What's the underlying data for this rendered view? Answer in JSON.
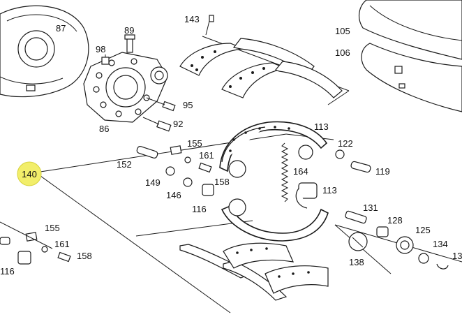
{
  "diagram": {
    "highlight_color": "#f2ee6a",
    "highlight_label": "140",
    "labels": [
      {
        "id": "87",
        "text": "87"
      },
      {
        "id": "89",
        "text": "89"
      },
      {
        "id": "98",
        "text": "98"
      },
      {
        "id": "143",
        "text": "143"
      },
      {
        "id": "105",
        "text": "105"
      },
      {
        "id": "106",
        "text": "106"
      },
      {
        "id": "95",
        "text": "95"
      },
      {
        "id": "86",
        "text": "86"
      },
      {
        "id": "92",
        "text": "92"
      },
      {
        "id": "113a",
        "text": "113"
      },
      {
        "id": "155a",
        "text": "155"
      },
      {
        "id": "161a",
        "text": "161"
      },
      {
        "id": "122",
        "text": "122"
      },
      {
        "id": "152",
        "text": "152"
      },
      {
        "id": "164",
        "text": "164"
      },
      {
        "id": "119",
        "text": "119"
      },
      {
        "id": "149",
        "text": "149"
      },
      {
        "id": "158a",
        "text": "158"
      },
      {
        "id": "146",
        "text": "146"
      },
      {
        "id": "113b",
        "text": "113"
      },
      {
        "id": "116a",
        "text": "116"
      },
      {
        "id": "131",
        "text": "131"
      },
      {
        "id": "128",
        "text": "128"
      },
      {
        "id": "155b",
        "text": "155"
      },
      {
        "id": "125",
        "text": "125"
      },
      {
        "id": "161b",
        "text": "161"
      },
      {
        "id": "134",
        "text": "134"
      },
      {
        "id": "13x",
        "text": "13"
      },
      {
        "id": "158b",
        "text": "158"
      },
      {
        "id": "138",
        "text": "138"
      },
      {
        "id": "116b",
        "text": "116"
      }
    ]
  }
}
